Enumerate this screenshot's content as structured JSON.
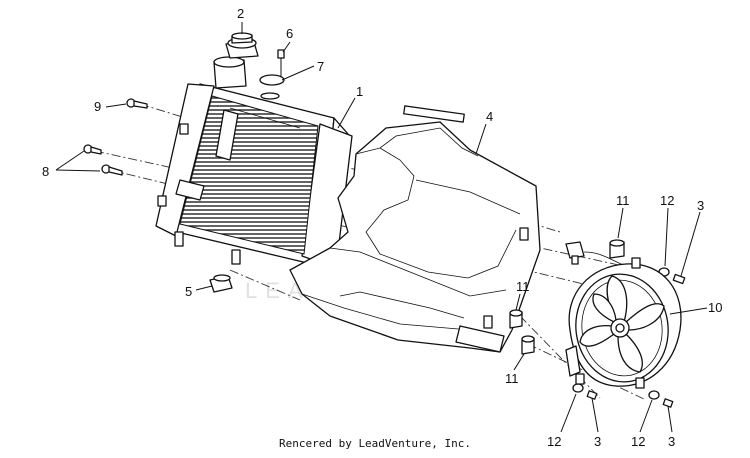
{
  "diagram": {
    "watermark": "LEADVENTURE",
    "credit": "Rencered by LeadVenture, Inc.",
    "callouts": {
      "c1": "1",
      "c2": "2",
      "c3a": "3",
      "c3b": "3",
      "c3c": "3",
      "c4": "4",
      "c5": "5",
      "c6": "6",
      "c7": "7",
      "c8": "8",
      "c9": "9",
      "c10": "10",
      "c11a": "11",
      "c11b": "11",
      "c11c": "11",
      "c12a": "12",
      "c12b": "12",
      "c12c": "12"
    }
  }
}
